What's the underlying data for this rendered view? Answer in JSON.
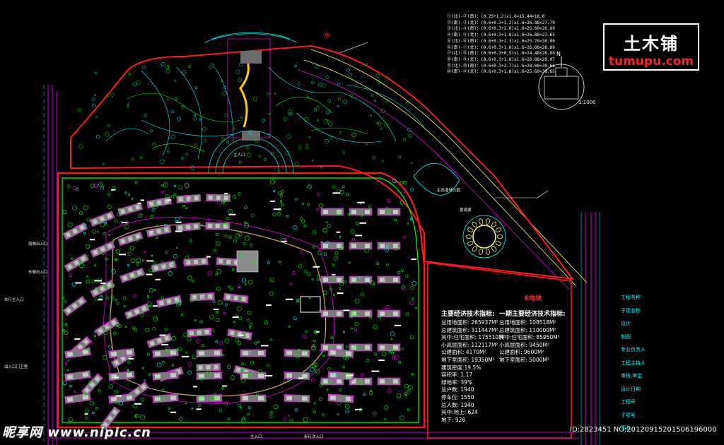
{
  "logo": {
    "name": "土木铺",
    "url": "tumupu.com"
  },
  "scale": "1:1000",
  "north": "N",
  "plot_label": "E地块",
  "water_label": "水",
  "calc_rows": [
    "①(北)-②(南)：(0.25+1.2)x1.6=15.44<18.0",
    "②(南)-③(北)：(0.6+0.3+1.2)x1.6=26.88<27.79",
    "③(北)-④(南)：(0.6+0.3+2.0)x1.6=25.60<26.69",
    "④(南)-⑤(北)：(0.6+0.3+1.8)x1.6=26.88<27.65",
    "⑤(北)-⑥(南)：(0.6+0.3+1.3)x1.6=25.76<30.00",
    "⑥(南)-⑦(北)：(0.6+0.3+1.8)x1.6=26.08<28.80",
    "⑦(北)-⑧(南)：(0.6+0.3+0.5)x1.6=24.48<26.80",
    "⑧(南)-⑨(北)：(0.6+0.3+1.8)x1.6=26.88<29.07",
    "⑨(北)-⑩(南)：(0.6+0.3+2.7)x1.6=28.00<30.66",
    "⑩(南)-⑪(北)：(0.6+0.3+1.8)x1.6=25.60<30.65"
  ],
  "tech_left": {
    "title": "主要经济技术指标:",
    "rows": [
      "总用地面积: 265937M²",
      "总建筑面积: 311447M²",
      "其中:住宅面积: 175510M²",
      "小高层面积: 112117M²",
      "公建面积: 4170M²",
      "地下室面积: 19350M²",
      "建筑密度:19.5%",
      "容积率: 1.17",
      "绿地率: 39%",
      "总户数: 1940",
      "停车位: 1550",
      "总人数: 1940",
      "其中:地上: 624",
      "地下: 926"
    ]
  },
  "tech_right": {
    "title": "一期主要经济技术指标:",
    "rows": [
      "总用地面积: 108518M²",
      "总建筑面积: 110000M²",
      "其中:住宅面积: 85950M²",
      "小高层面积: 9450M²",
      "公建面积: 9600M²",
      "地下室面积: 5000M²"
    ]
  },
  "legend": [
    "工程名称",
    "子项名称",
    "设计",
    "制图",
    "专业负责人",
    "工程主持人",
    "审核,审定",
    "设计日期",
    "工程号",
    "子项号",
    "图名"
  ],
  "labels": {
    "entry_left": "车行主入口",
    "entry_mid": "主人口",
    "entry_bottom_left": "主入口",
    "entry_bottom_right": "步行次入口",
    "gate1": "南侧出入口",
    "gate2": "东侧出入口",
    "park1": "生态湿地公园",
    "park2": "景观湖",
    "side_note": "出入口门卫室"
  },
  "watermark_left": "昵享网 www.nipic.cn",
  "watermark_right": "ID:2823451 NO:20120915201506196000",
  "colors": {
    "road": "#ff1a1a",
    "green": "#00ff00",
    "cyan": "#00ffff",
    "magenta": "#ff00ff",
    "yellow": "#ffff00"
  }
}
